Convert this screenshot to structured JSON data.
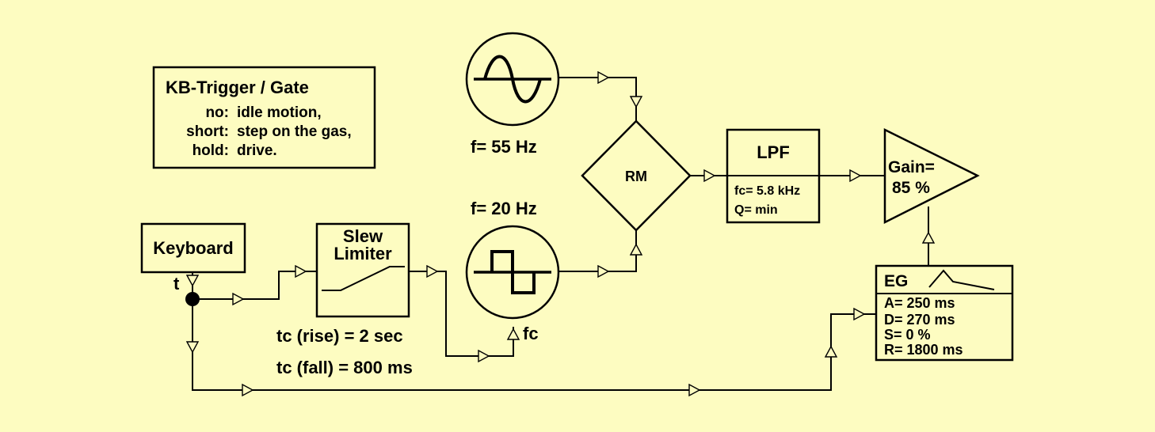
{
  "colors": {
    "background": "#fdfcc1",
    "ink": "#000000"
  },
  "notes": {
    "title": "KB-Trigger / Gate",
    "lines": [
      {
        "key": "no:",
        "value": "idle motion,"
      },
      {
        "key": "short:",
        "value": "step on the gas,"
      },
      {
        "key": "hold:",
        "value": "drive."
      }
    ]
  },
  "keyboard": {
    "label": "Keyboard",
    "output_label": "t"
  },
  "slew": {
    "title_line1": "Slew",
    "title_line2": "Limiter",
    "rise": "tc (rise) = 2 sec",
    "fall": "tc (fall) = 800 ms"
  },
  "osc_sine": {
    "icon": "sine-wave-icon",
    "freq": "f= 55 Hz"
  },
  "osc_square": {
    "icon": "square-wave-icon",
    "freq": "f= 20 Hz",
    "mod_label": "fc"
  },
  "ring_mod": {
    "label": "RM"
  },
  "lpf": {
    "title": "LPF",
    "fc": "fc= 5.8 kHz",
    "q": "Q= min"
  },
  "amp": {
    "line1": "Gain=",
    "line2": "85 %"
  },
  "eg": {
    "title": "EG",
    "icon": "envelope-shape-icon",
    "a": "A= 250 ms",
    "d": "D= 270 ms",
    "s": "S= 0 %",
    "r": "R= 1800 ms"
  }
}
